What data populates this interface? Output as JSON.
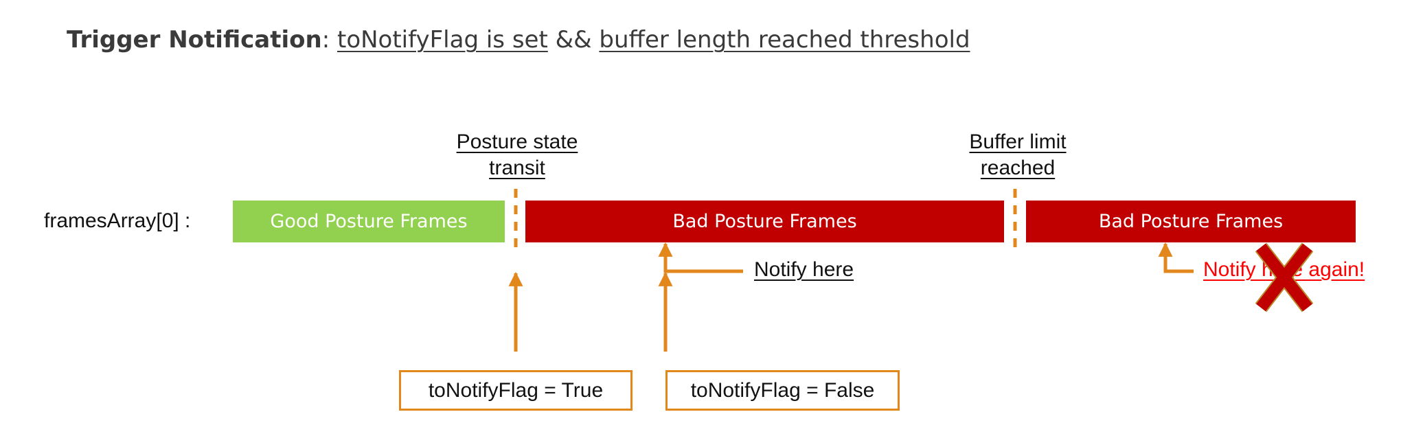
{
  "title": {
    "bold": "Trigger Notification",
    "colon": ": ",
    "cond1": "toNotifyFlag is set",
    "op": " && ",
    "cond2": "buffer length reached threshold"
  },
  "row_label": "framesArray[0] :",
  "segments": [
    {
      "label": "Good Posture Frames",
      "state": "good",
      "color": "#92d050"
    },
    {
      "label": "Bad Posture Frames",
      "state": "bad",
      "color": "#c00000"
    },
    {
      "label": "Bad Posture Frames",
      "state": "bad",
      "color": "#c00000"
    }
  ],
  "events": {
    "posture_transit": {
      "line1": "Posture state",
      "line2": "transit"
    },
    "buffer_limit": {
      "line1": "Buffer limit",
      "line2": "reached"
    }
  },
  "notify_here": "Notify here",
  "notify_again": "Notify here again!",
  "flags": {
    "true_label": "toNotifyFlag = True",
    "false_label": "toNotifyFlag = False"
  },
  "colors": {
    "good": "#92d050",
    "bad": "#c00000",
    "arrow": "#e2871c",
    "notify_again_text": "#ff0000",
    "cross": "#c00000"
  }
}
